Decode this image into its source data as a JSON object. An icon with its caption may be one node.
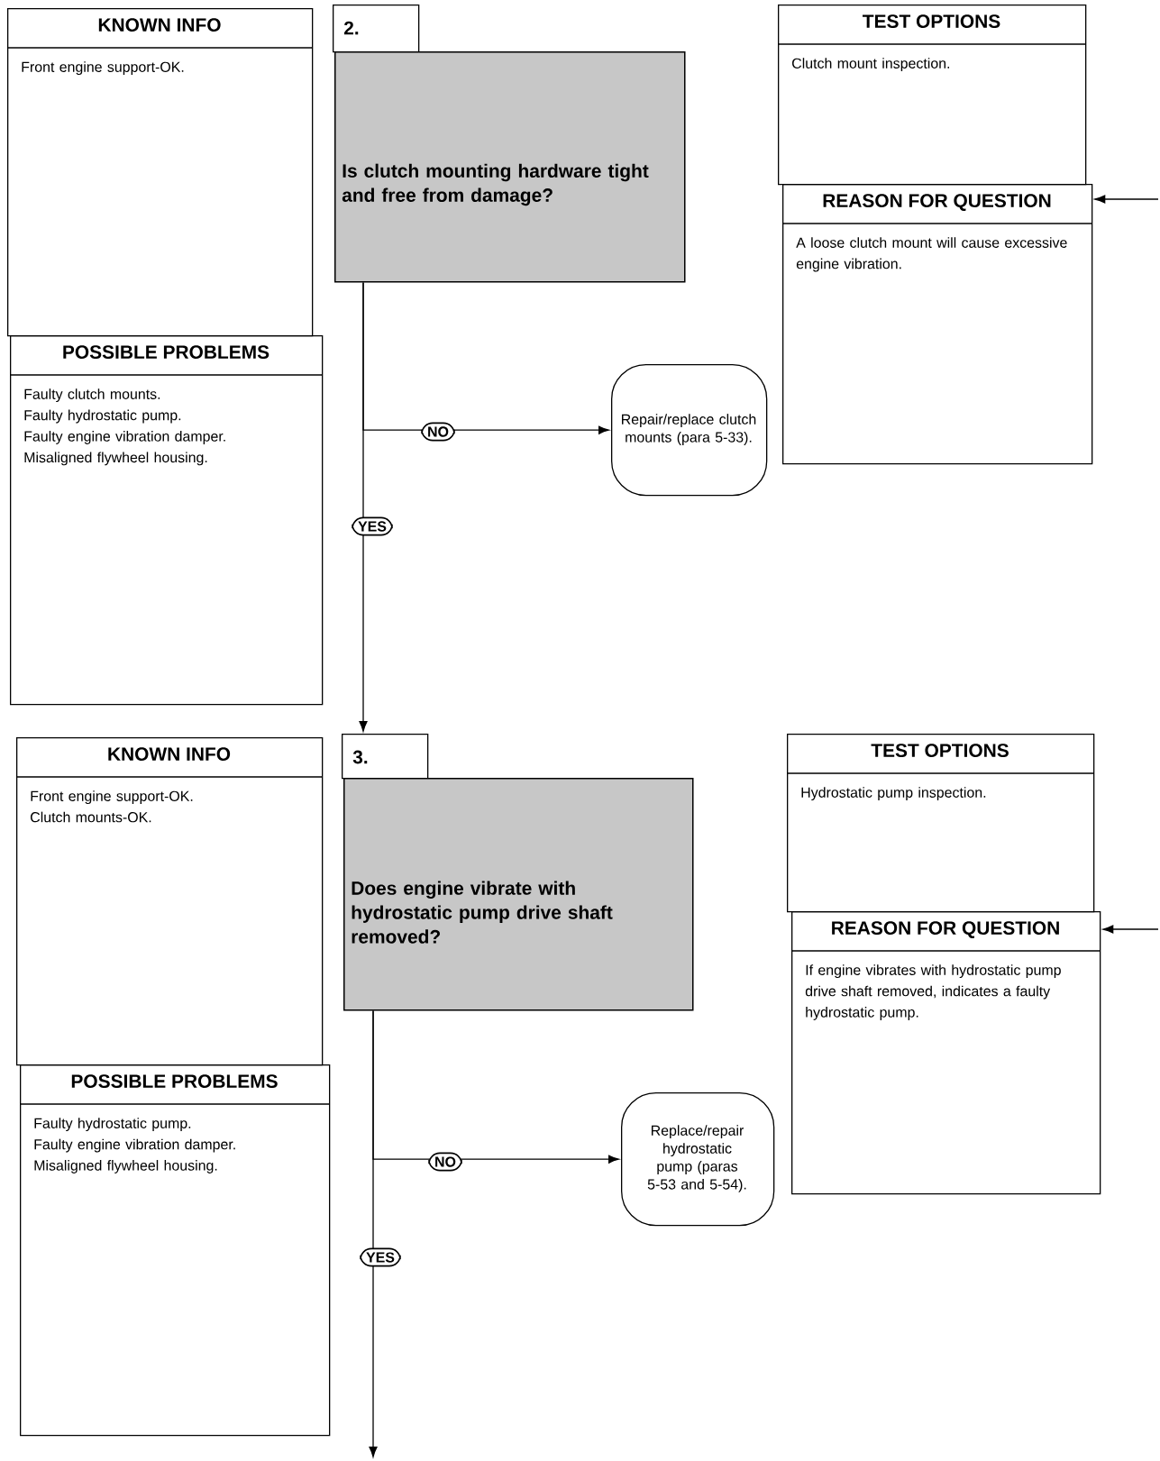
{
  "diagram": {
    "nodes": [
      {
        "text": [
          "KNOWN INFO",
          "Front engine support-OK."
        ]
      },
      {
        "text": [
          "POSSIBLE PROBLEMS",
          "Faulty clutch mounts.",
          "Faulty hydrostatic pump.",
          "Faulty engine vibration damper.",
          "Misaligned flywheel housing."
        ]
      },
      {
        "text": [
          "2."
        ]
      },
      {
        "text": [
          "Is clutch mounting hardware tight and free from damage?"
        ]
      },
      {
        "text": [
          "Repair/replace clutch mounts (para 5-33)."
        ]
      },
      {
        "text": [
          "TEST OPTIONS",
          "Clutch mount inspection."
        ]
      },
      {
        "text": [
          "REASON FOR QUESTION",
          "A loose clutch mount will cause excessive engine vibration."
        ]
      },
      {
        "text": [
          "KNOWN INFO",
          "Front engine support-OK.",
          "Clutch mounts-OK."
        ]
      },
      {
        "text": [
          "POSSIBLE PROBLEMS",
          "Faulty hydrostatic pump.",
          "Faulty engine vibration damper.",
          "Misaligned flywheel housing."
        ]
      },
      {
        "text": [
          "3."
        ]
      },
      {
        "text": [
          "Does engine vibrate with hydrostatic pump drive shaft removed?"
        ]
      },
      {
        "text": [
          "Replace/repair hydrostatic pump (paras 5-53 and 5-54)."
        ]
      },
      {
        "text": [
          "TEST OPTIONS",
          "Hydrostatic pump inspection."
        ]
      },
      {
        "text": [
          "REASON FOR QUESTION",
          "If engine vibrates with hydrostatic pump drive shaft removed, indicates a faulty hydrostatic pump."
        ]
      }
    ],
    "edges": [
      {
        "from": 3,
        "to": 4,
        "arrow": "to",
        "label": "NO"
      },
      {
        "from": 3,
        "to": 9,
        "arrow": "to",
        "label": "YES"
      },
      {
        "from": null,
        "to": 6,
        "arrow": "to"
      },
      {
        "from": 10,
        "to": 11,
        "arrow": "to",
        "label": "NO"
      },
      {
        "from": 10,
        "to": null,
        "arrow": "to",
        "label": "YES"
      },
      {
        "from": null,
        "to": 13,
        "arrow": "to"
      }
    ]
  }
}
